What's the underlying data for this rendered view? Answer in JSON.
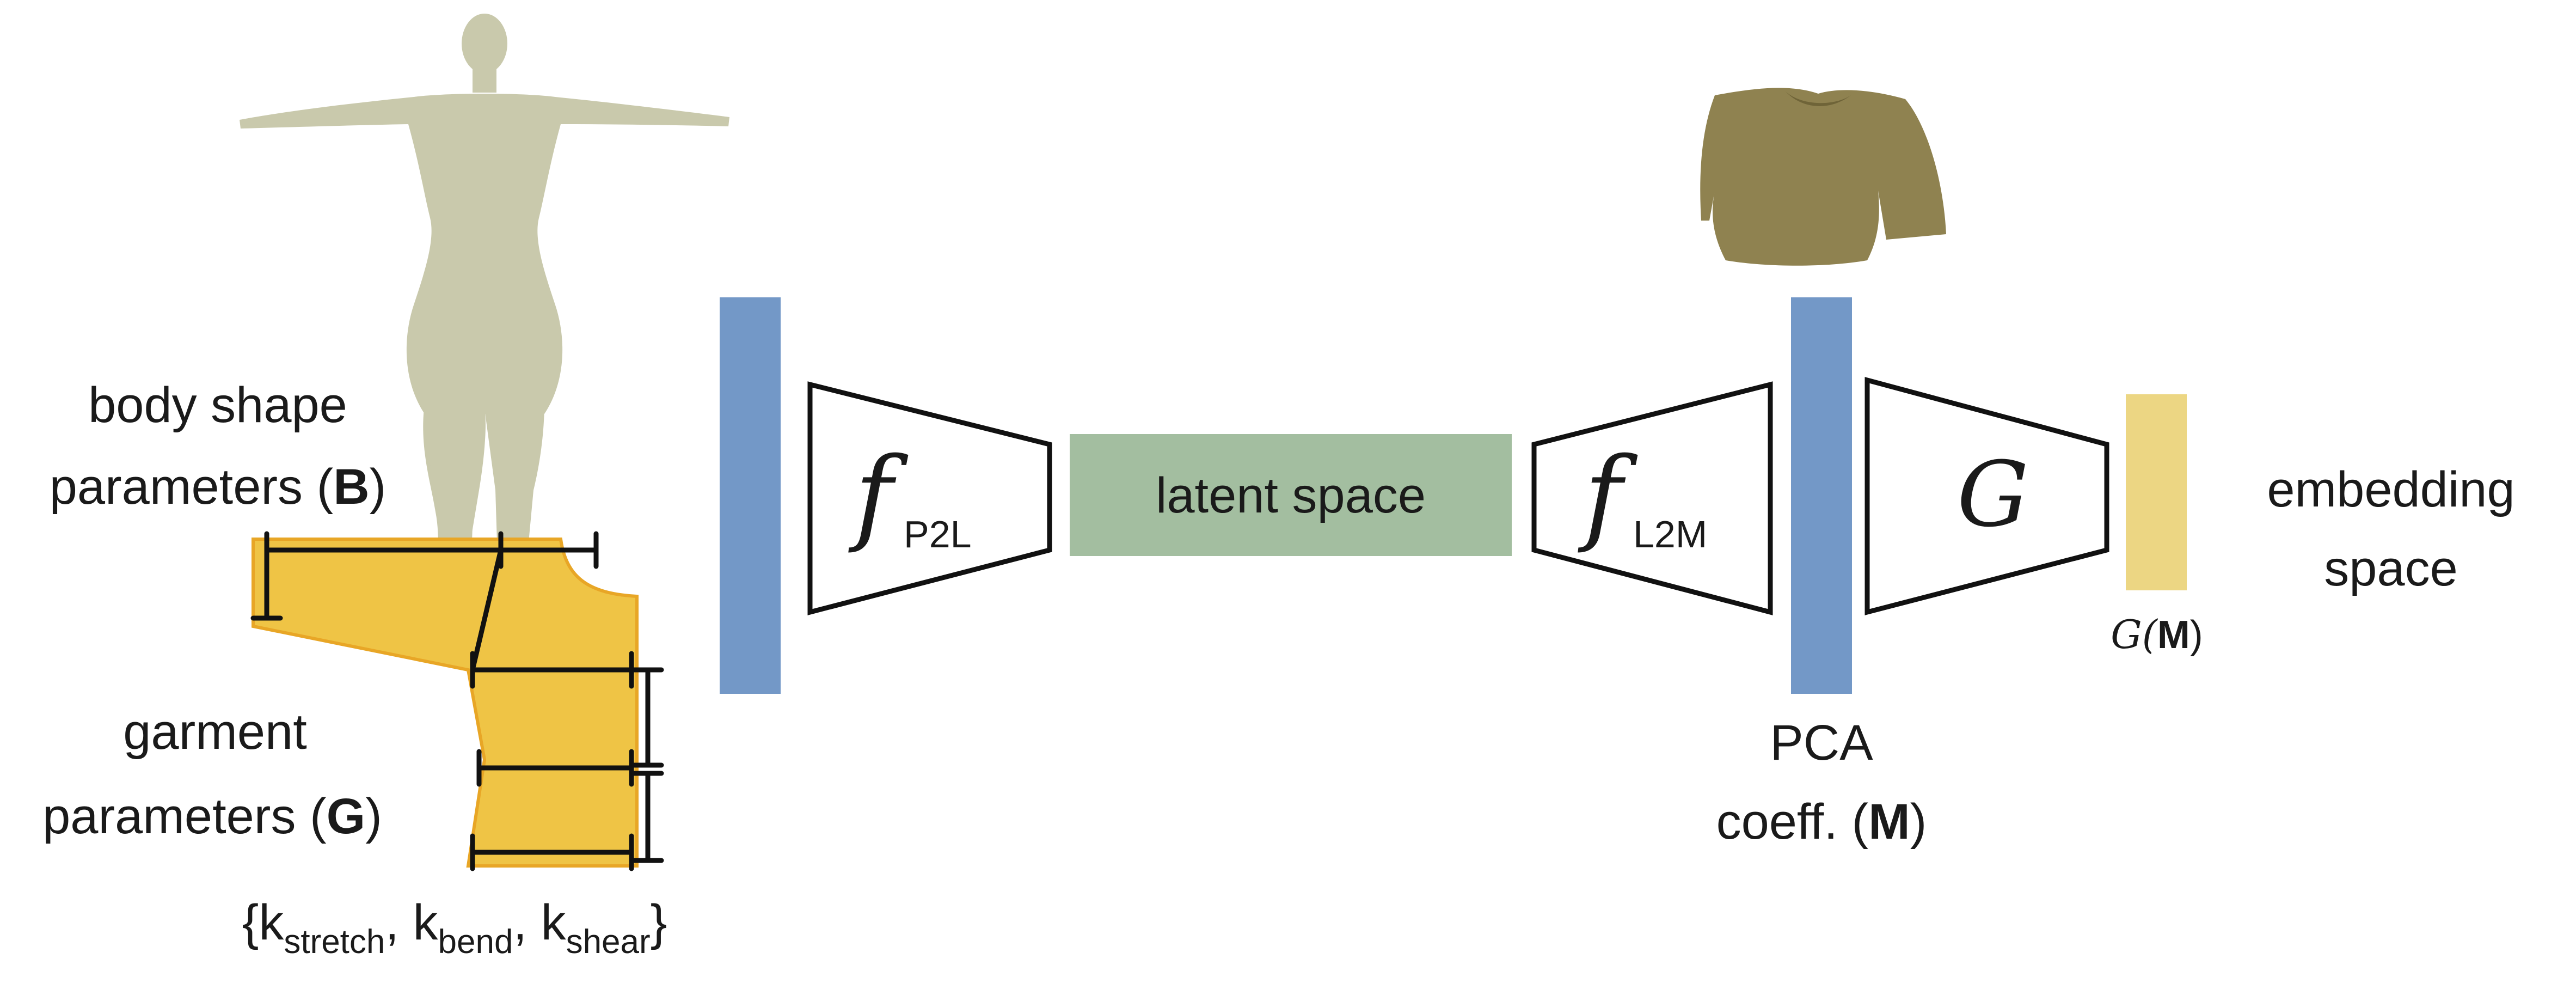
{
  "colors": {
    "input_bar": "#7398c7",
    "latent_box": "#a3bea0",
    "embedding_bar": "#ecd683",
    "garment_pattern": "#efc445",
    "garment_pattern_edge": "#e8a626",
    "body_skin": "#c9c9ac",
    "shirt": "#8f8250",
    "stroke": "#111111"
  },
  "labels": {
    "body_shape_line1": "body shape",
    "body_shape_line2_prefix": "parameters (",
    "body_shape_symbol": "B",
    "body_shape_line2_suffix": ")",
    "garment_line1": "garment",
    "garment_line2_prefix": "parameters (",
    "garment_symbol": "G",
    "garment_line2_suffix": ")",
    "material_open": "{k",
    "material_sub1": "stretch",
    "material_sep1": ", k",
    "material_sub2": "bend",
    "material_sep2": ", k",
    "material_sub3": "shear",
    "material_close": "}",
    "encoder_f": "f",
    "encoder_sub": "P2L",
    "latent_space": "latent space",
    "decoder_f": "f",
    "decoder_sub": "L2M",
    "pca_line1": "PCA",
    "pca_line2_prefix": "coeff. (",
    "pca_symbol": "M",
    "pca_line2_suffix": ")",
    "g_network": "G",
    "g_output_prefix": "G(",
    "g_output_symbol": "M",
    "g_output_suffix": ")",
    "embedding_line1": "embedding",
    "embedding_line2": "space"
  },
  "icons": [
    "human-body-figure-icon",
    "garment-sewing-pattern-icon",
    "t-shirt-render-icon"
  ]
}
